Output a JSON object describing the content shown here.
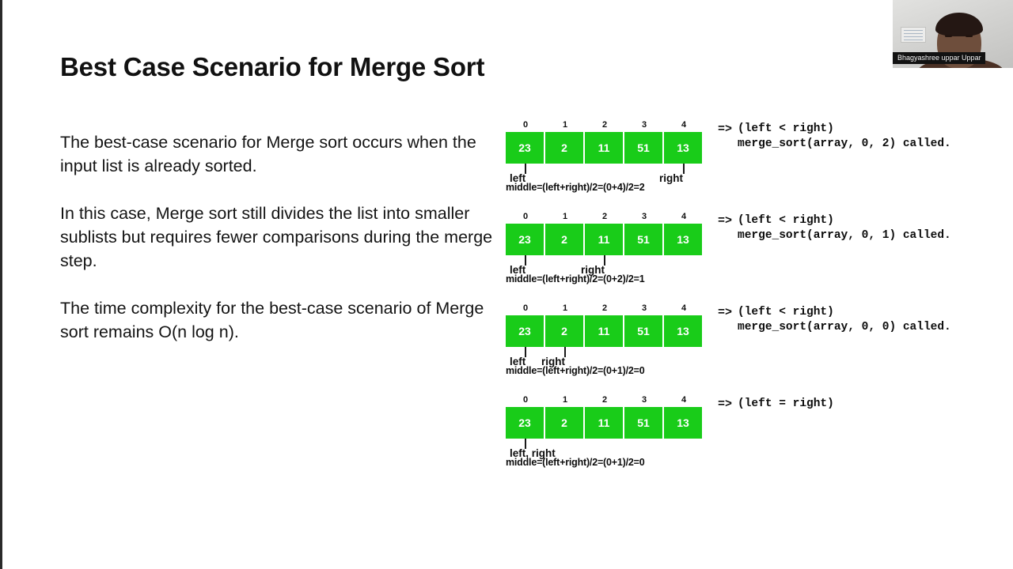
{
  "slide": {
    "title": "Best Case Scenario for Merge Sort",
    "paragraphs": [
      "The best-case scenario for Merge sort occurs when the input list is already sorted.",
      "In this case, Merge sort still divides the list into smaller sublists but requires fewer comparisons during the merge step.",
      "The time complexity for the best-case scenario of Merge sort remains O(n log n)."
    ]
  },
  "diagram": {
    "cell_color": "#19cc19",
    "cell_text_color": "#ffffff",
    "indices": [
      "0",
      "1",
      "2",
      "3",
      "4"
    ],
    "values": [
      "23",
      "2",
      "11",
      "51",
      "13"
    ],
    "rows": [
      {
        "indices": [
          "0",
          "1",
          "2",
          "3",
          "4"
        ],
        "values": [
          "23",
          "2",
          "11",
          "51",
          "13"
        ],
        "pointers": [
          {
            "label": "left",
            "cell": 0
          },
          {
            "label": "right",
            "cell": 4
          }
        ],
        "middle": "middle=(left+right)/2=(0+4)/2=2",
        "arrow": "=>",
        "annotation_line1": "(left < right)",
        "annotation_line2": "merge_sort(array, 0, 2) called."
      },
      {
        "indices": [
          "0",
          "1",
          "2",
          "3",
          "4"
        ],
        "values": [
          "23",
          "2",
          "11",
          "51",
          "13"
        ],
        "pointers": [
          {
            "label": "left",
            "cell": 0
          },
          {
            "label": "right",
            "cell": 2
          }
        ],
        "middle": "middle=(left+right)/2=(0+2)/2=1",
        "arrow": "=>",
        "annotation_line1": "(left < right)",
        "annotation_line2": "merge_sort(array, 0, 1) called."
      },
      {
        "indices": [
          "0",
          "1",
          "2",
          "3",
          "4"
        ],
        "values": [
          "23",
          "2",
          "11",
          "51",
          "13"
        ],
        "pointers": [
          {
            "label": "left",
            "cell": 0
          },
          {
            "label": "right",
            "cell": 1
          }
        ],
        "middle": "middle=(left+right)/2=(0+1)/2=0",
        "arrow": "=>",
        "annotation_line1": "(left < right)",
        "annotation_line2": "merge_sort(array, 0, 0) called."
      },
      {
        "indices": [
          "0",
          "1",
          "2",
          "3",
          "4"
        ],
        "values": [
          "23",
          "2",
          "11",
          "51",
          "13"
        ],
        "pointers": [
          {
            "label": "left, right",
            "cell": 0
          }
        ],
        "middle": "middle=(left+right)/2=(0+1)/2=0",
        "arrow": "=>",
        "annotation_line1": "(left = right)",
        "annotation_line2": ""
      }
    ]
  },
  "webcam": {
    "participant_name": "Bhagyashree uppar Uppar"
  }
}
